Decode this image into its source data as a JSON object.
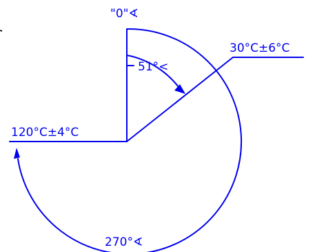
{
  "colors": {
    "ink": "#0000ee",
    "background": "#ffffff",
    "tick": "#222222"
  },
  "labels": {
    "zero_label": "\"0\"∢",
    "angle_51": "51°<",
    "temp_30": "30°C±6°C",
    "temp_120": "120°C±4°C",
    "angle_270": "270°∢"
  }
}
